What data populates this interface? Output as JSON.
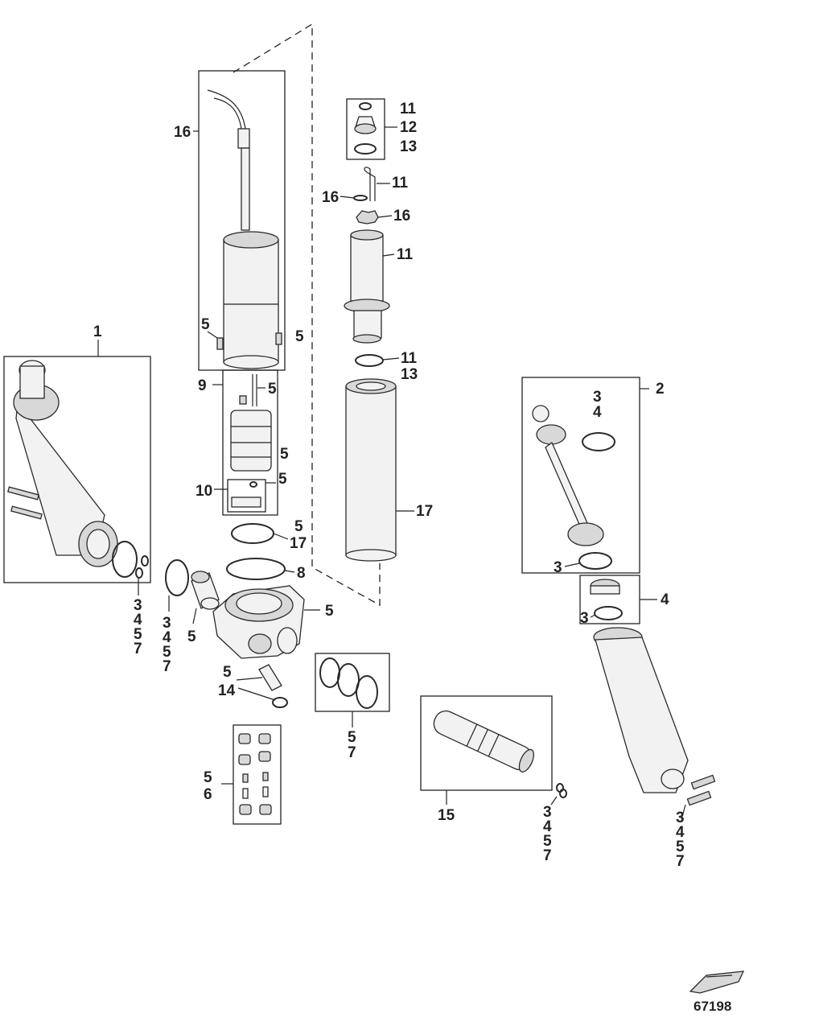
{
  "figure_number": "67198",
  "callouts": {
    "c1": "1",
    "c2": "2",
    "c3_4_right": [
      "3",
      "4"
    ],
    "c3_rod": "3",
    "c4_cap": "4",
    "c3_cap": "3",
    "c1_stack": [
      "3",
      "4",
      "5",
      "7"
    ],
    "c_bush_stack": [
      "3",
      "4",
      "5",
      "7"
    ],
    "c5_bush": "5",
    "c16_motor": "16",
    "c5_motor_l": "5",
    "c5_motor_r": "5",
    "c9": "9",
    "c5_shaft": "5",
    "c5_pump": "5",
    "c5_pump2": "5",
    "c10": "10",
    "c5_ring": "5",
    "c17_ring": "17",
    "c8": "8",
    "c5_base": "5",
    "c5_valve": "5",
    "c14": "14",
    "c5_6": [
      "5",
      "6"
    ],
    "c5_7_rings": [
      "5",
      "7"
    ],
    "c15": "15",
    "c15_stack": [
      "3",
      "4",
      "5",
      "7"
    ],
    "c11_top": "11",
    "c12": "12",
    "c13_top": "13",
    "c16_pin": "16",
    "c11_pin": "11",
    "c16_star": "16",
    "c11_tube": "11",
    "c11_ring": "11",
    "c13_ring": "13",
    "c17_res": "17",
    "c_arm_stack": [
      "3",
      "4",
      "5",
      "7"
    ]
  }
}
